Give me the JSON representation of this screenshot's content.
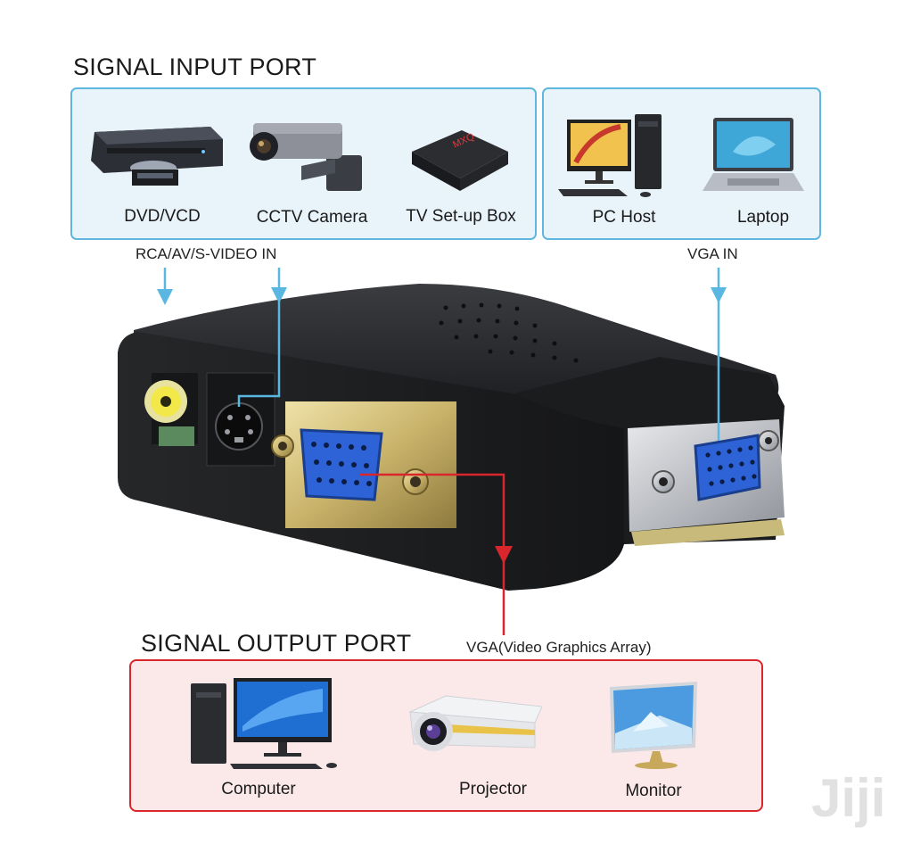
{
  "input_section": {
    "title": "SIGNAL INPUT PORT",
    "av_devices": [
      {
        "label": "DVD/VCD",
        "icon": "dvd-player-icon"
      },
      {
        "label": "CCTV Camera",
        "icon": "cctv-camera-icon"
      },
      {
        "label": "TV Set-up Box",
        "icon": "tv-box-icon"
      }
    ],
    "vga_devices": [
      {
        "label": "PC Host",
        "icon": "pc-host-icon"
      },
      {
        "label": "Laptop",
        "icon": "laptop-icon"
      }
    ],
    "av_port_label": "RCA/AV/S-VIDEO IN",
    "vga_port_label": "VGA IN",
    "box_color": "#5fb6df"
  },
  "output_section": {
    "title": "SIGNAL OUTPUT PORT",
    "port_label": "VGA(Video Graphics Array)",
    "devices": [
      {
        "label": "Computer",
        "icon": "computer-icon"
      },
      {
        "label": "Projector",
        "icon": "projector-icon"
      },
      {
        "label": "Monitor",
        "icon": "monitor-icon"
      }
    ],
    "box_color": "#d8262c"
  },
  "watermark": "Jiji"
}
